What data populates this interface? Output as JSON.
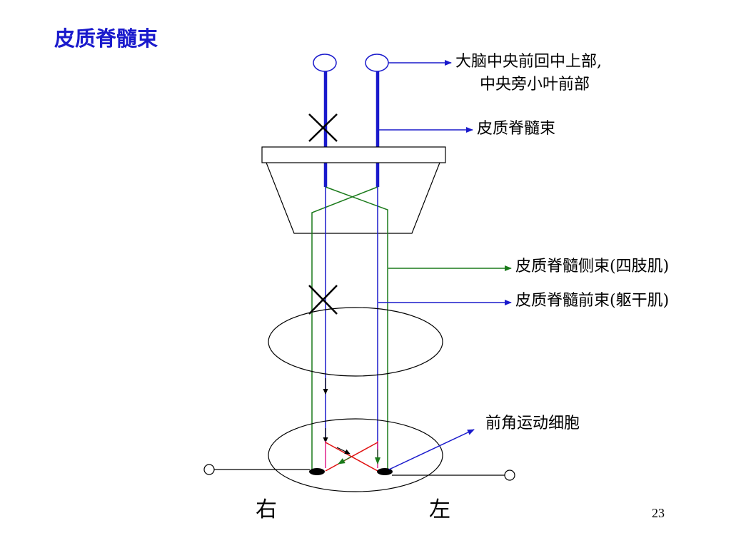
{
  "slide": {
    "title": "皮质脊髓束",
    "page_number": "23"
  },
  "labels": {
    "origin_line1": "大脑中央前回中上部,",
    "origin_line2": "中央旁小叶前部",
    "tract": "皮质脊髓束",
    "lateral_tract": "皮质脊髓侧束(四肢肌)",
    "anterior_tract": "皮质脊髓前束(躯干肌)",
    "motor_neuron": "前角运动细胞",
    "right_side": "右",
    "left_side": "左"
  },
  "colors": {
    "title": "#1a1acc",
    "anterior_tract": "#1a1acc",
    "lateral_tract": "#1a7a1a",
    "crossing_pink": "#e0208c",
    "crossing_red": "#e01010",
    "outline": "#000000"
  },
  "icons": {
    "lesion_marker": "x-cross"
  }
}
